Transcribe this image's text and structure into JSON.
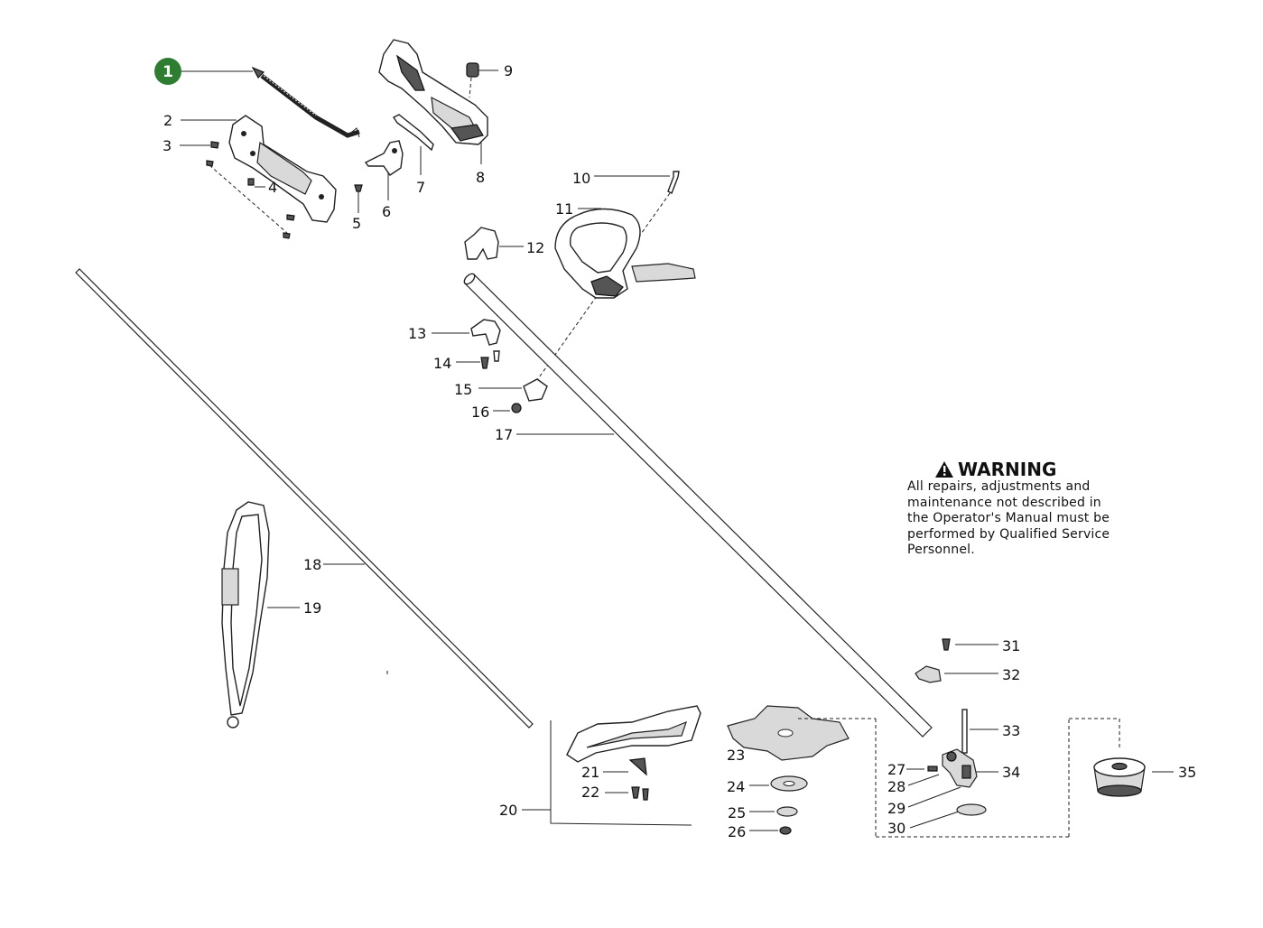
{
  "highlight": {
    "number": "1",
    "color": "#2e7d32"
  },
  "labels": {
    "l2": "2",
    "l3": "3",
    "l4": "4",
    "l5": "5",
    "l6": "6",
    "l7": "7",
    "l8": "8",
    "l9": "9",
    "l10": "10",
    "l11": "11",
    "l12": "12",
    "l13": "13",
    "l14": "14",
    "l15": "15",
    "l16": "16",
    "l17": "17",
    "l18": "18",
    "l19": "19",
    "l20": "20",
    "l21": "21",
    "l22": "22",
    "l23": "23",
    "l24": "24",
    "l25": "25",
    "l26": "26",
    "l27": "27",
    "l28": "28",
    "l29": "29",
    "l30": "30",
    "l31": "31",
    "l32": "32",
    "l33": "33",
    "l34": "34",
    "l35": "35"
  },
  "warning": {
    "icon": "warning-triangle-icon",
    "title": "WARNING",
    "lines": [
      "All repairs, adjustments and",
      "maintenance not described in",
      "the Operator's Manual must be",
      "performed by Qualified Service",
      "Personnel."
    ]
  }
}
